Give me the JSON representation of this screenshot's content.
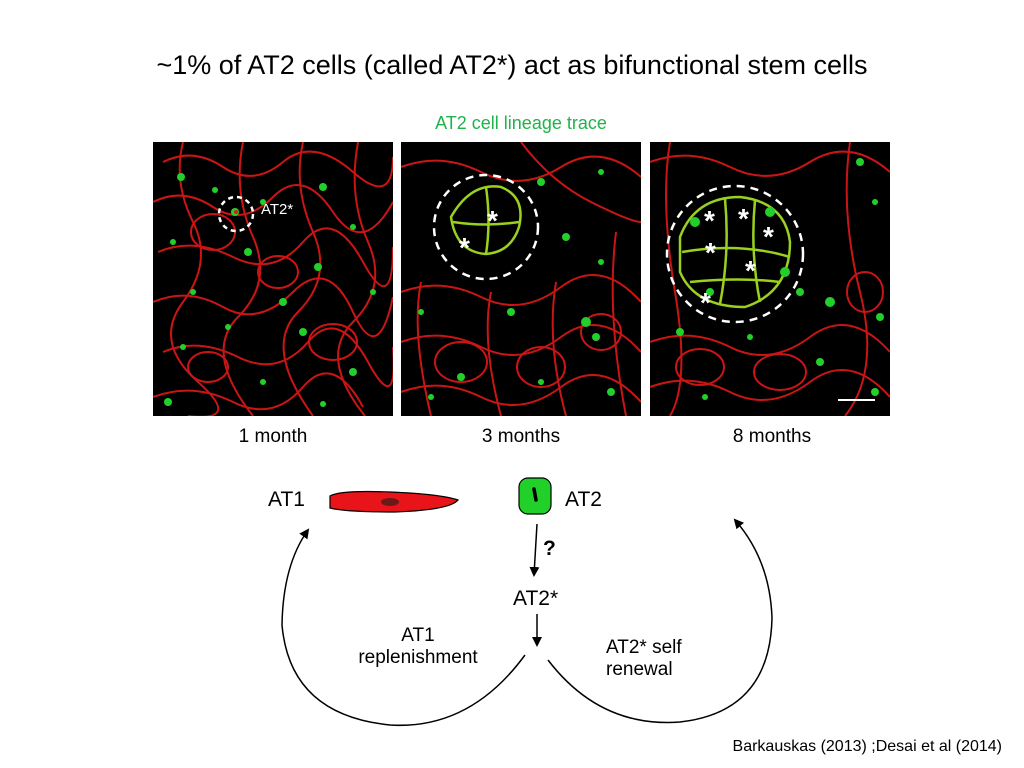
{
  "title": "~1% of  AT2 cells (called AT2*) act as bifunctional stem cells",
  "subtitle": "AT2 cell lineage trace",
  "panels": [
    {
      "caption": "1 month",
      "label": "AT2*",
      "star_count": 0
    },
    {
      "caption": "3 months",
      "star_count": 2
    },
    {
      "caption": "8 months",
      "star_count": 6
    }
  ],
  "diagram": {
    "at1_label": "AT1",
    "at2_label": "AT2",
    "question_label": "?",
    "at2star_label": "AT2*",
    "left_arc_label_line1": "AT1",
    "left_arc_label_line2": "replenishment",
    "right_arc_label_line1": "AT2* self",
    "right_arc_label_line2": "renewal",
    "asterisk": "*"
  },
  "colors": {
    "subtitle_green": "#1fb34a",
    "membrane_red": "#e01818",
    "cell_green": "#22d02a",
    "at1_fill": "#e8141a"
  },
  "citation": "Barkauskas (2013) ;Desai et al  (2014)"
}
